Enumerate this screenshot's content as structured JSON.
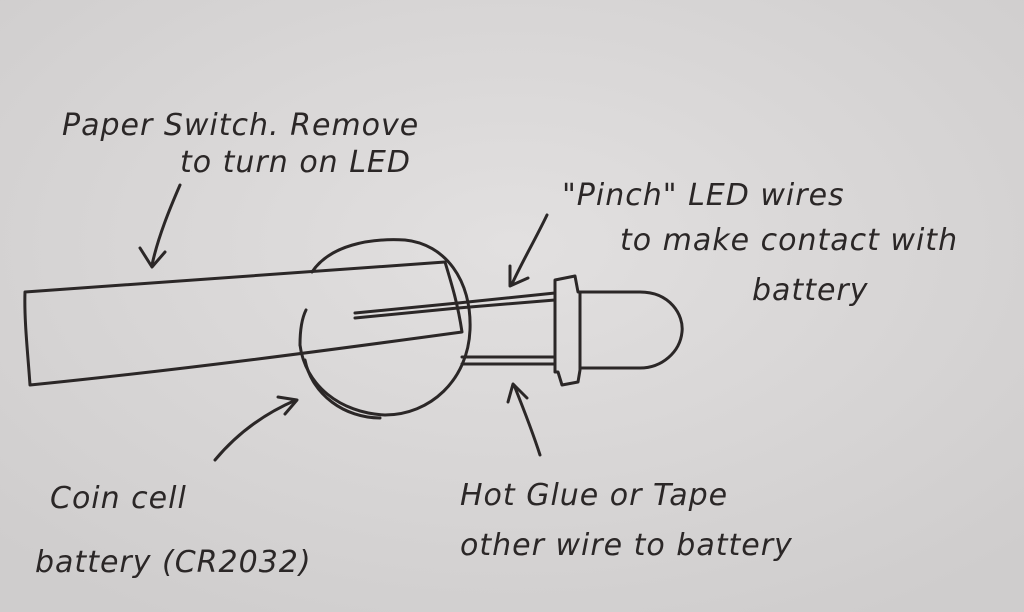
{
  "title": "Paper switch LED throwie sketch",
  "colors": {
    "paper": "#d9d7d7",
    "ink": "#2b2727"
  },
  "labels": {
    "paper_switch": [
      "Paper Switch. Remove",
      "to turn on LED"
    ],
    "pinch": [
      "\"Pinch\" LED wires",
      "to make contact with",
      "battery"
    ],
    "coin_cell": [
      "Coin cell",
      "battery (CR2032)"
    ],
    "hot_glue": [
      "Hot Glue or Tape",
      "other wire to battery"
    ]
  }
}
